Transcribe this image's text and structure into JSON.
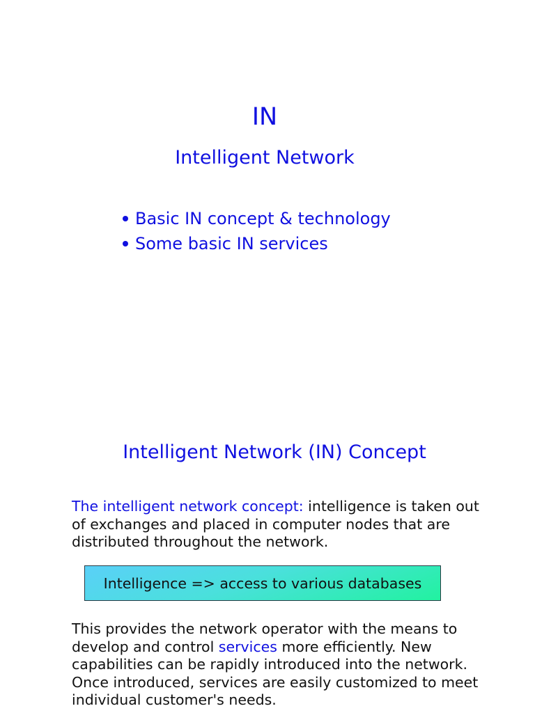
{
  "slide1": {
    "title": "IN",
    "subtitle": "Intelligent Network",
    "bullets": [
      "Basic IN concept & technology",
      "Some basic IN services"
    ]
  },
  "slide2": {
    "title": "Intelligent Network (IN) Concept",
    "paragraph1": {
      "lead": "The intelligent network concept:",
      "rest": " intelligence is taken out of exchanges and placed in computer nodes that are distributed throughout the network."
    },
    "box_text": "Intelligence => access to various databases",
    "paragraph2": {
      "before": "This provides the network operator with the means to develop and control ",
      "highlight": "services",
      "after": " more efficiently. New capabilities can be rapidly introduced into the network. Once introduced, services are easily customized to meet individual customer's needs."
    }
  },
  "colors": {
    "accent_blue": "#1010e0",
    "body_text": "#111111",
    "box_gradient_start": "#5ad0f8",
    "box_gradient_end": "#22f2a0",
    "box_border": "#2a3a44",
    "background": "#ffffff"
  }
}
